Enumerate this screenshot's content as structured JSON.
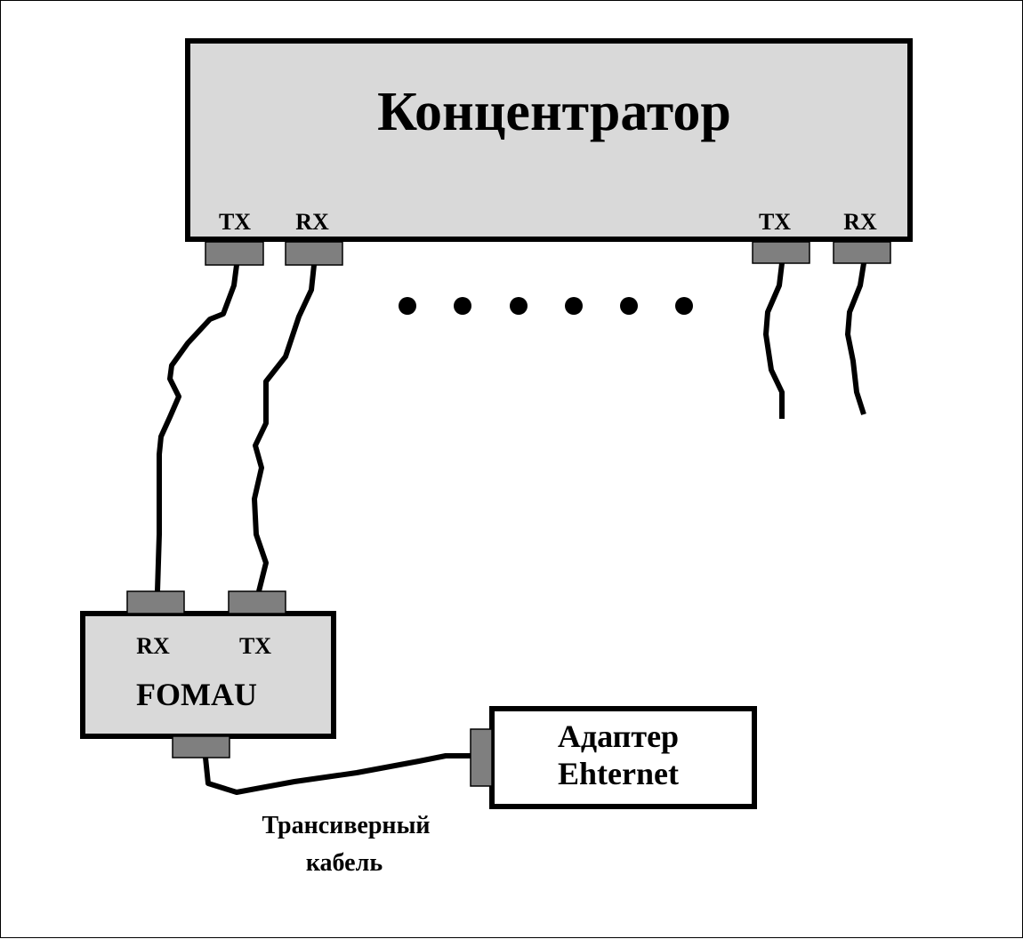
{
  "hub": {
    "title": "Концентратор",
    "ports": [
      "TX",
      "RX",
      "TX",
      "RX"
    ]
  },
  "fomau": {
    "title": "FOMAU",
    "ports": [
      "RX",
      "TX"
    ]
  },
  "adapter": {
    "line1": "Адаптер",
    "line2": "Ehternet"
  },
  "cable": {
    "line1": "Трансиверный",
    "line2": "кабель"
  },
  "colors": {
    "box_fill": "#d9d9d9",
    "port_fill": "#7f7f7f",
    "line": "#000000",
    "background": "#ffffff"
  }
}
